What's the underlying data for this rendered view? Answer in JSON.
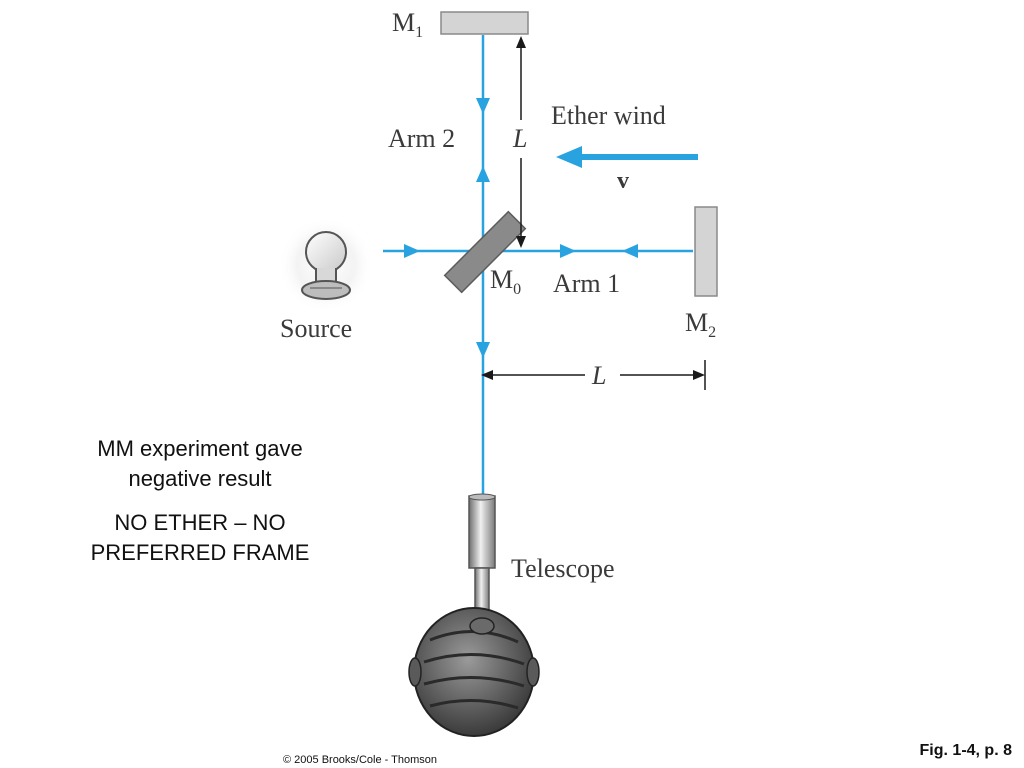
{
  "labels": {
    "m1": "M",
    "m1_sub": "1",
    "m0": "M",
    "m0_sub": "0",
    "m2": "M",
    "m2_sub": "2",
    "arm1": "Arm 1",
    "arm2": "Arm 2",
    "length_vertical": "L",
    "length_horizontal": "L",
    "ether_wind": "Ether wind",
    "velocity": "v",
    "source": "Source",
    "telescope": "Telescope"
  },
  "notes": {
    "line1": "MM experiment gave negative result",
    "line2": "NO ETHER – NO PREFERRED FRAME"
  },
  "credit": "© 2005 Brooks/Cole - Thomson",
  "figure_ref": "Fig. 1-4, p. 8",
  "colors": {
    "beam": "#29a3e0",
    "mirror_fill": "#d4d4d4",
    "beam_splitter": "#808080",
    "dimension": "#1a1a1a"
  }
}
